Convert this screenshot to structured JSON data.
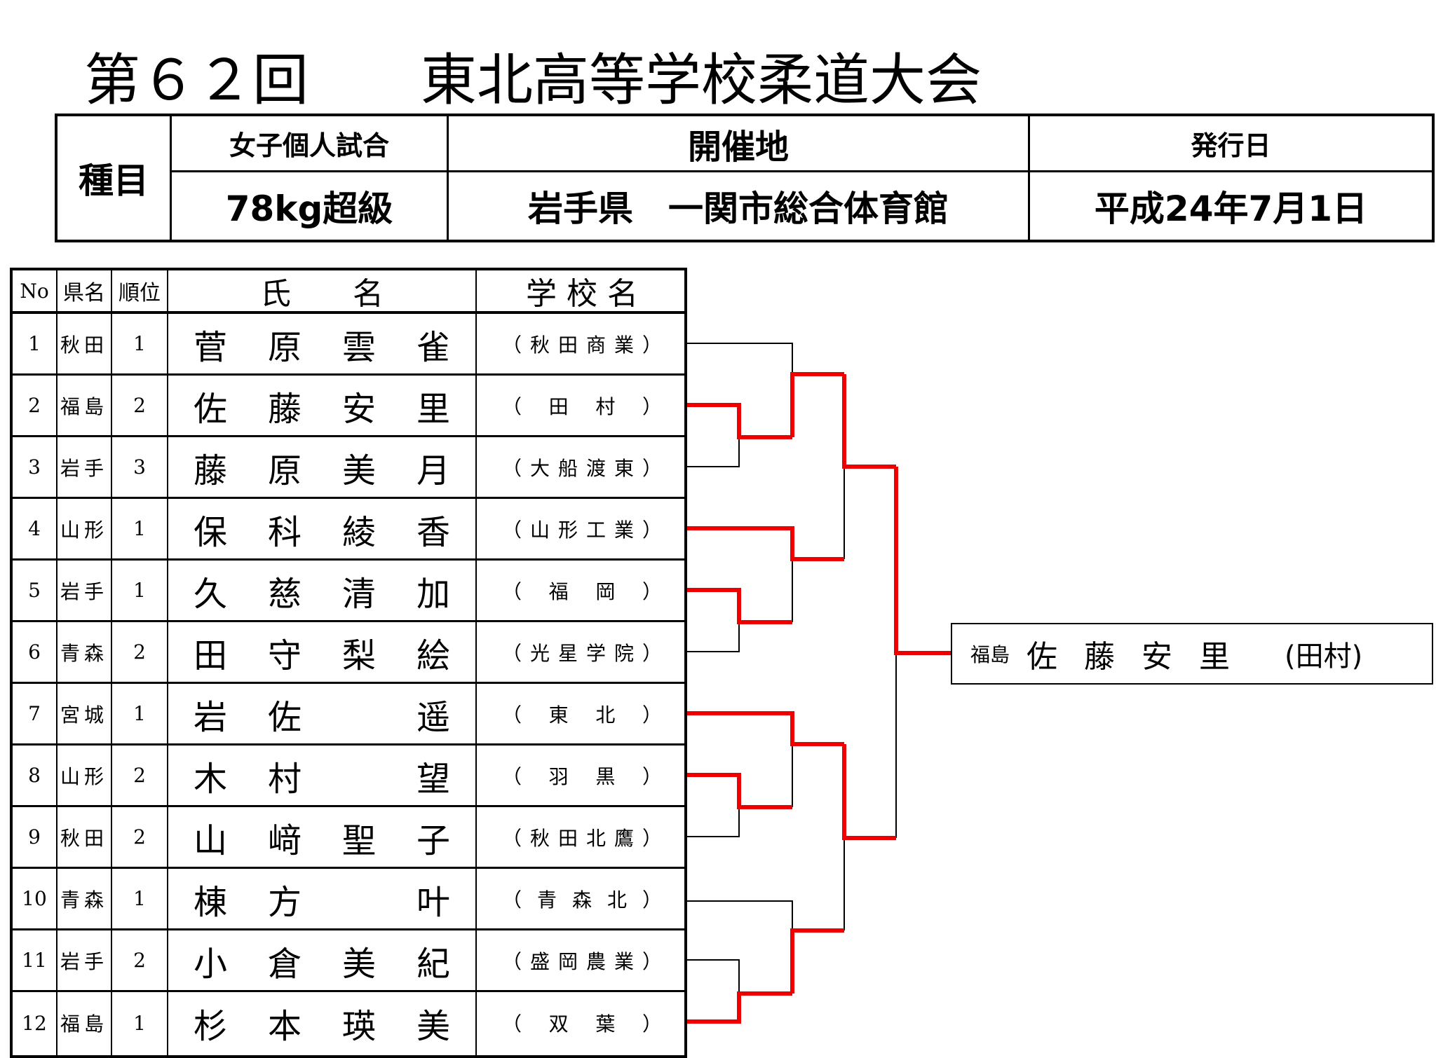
{
  "title": "第６２回　　東北高等学校柔道大会",
  "info": {
    "event_label": "種目",
    "category": "女子個人試合",
    "weight_class": "78kg超級",
    "venue_label": "開催地",
    "venue": "岩手県　一関市総合体育館",
    "date_label": "発行日",
    "date": "平成24年7月1日"
  },
  "table": {
    "headers": {
      "no": "No",
      "pref": "県名",
      "rank": "順位",
      "name": "氏　　名",
      "school": "学 校 名"
    },
    "rows": [
      {
        "no": "1",
        "pref": "秋田",
        "rank": "1",
        "name": [
          "菅",
          "原",
          "雲",
          "雀"
        ],
        "school": [
          "秋",
          "田",
          "商",
          "業"
        ]
      },
      {
        "no": "2",
        "pref": "福島",
        "rank": "2",
        "name": [
          "佐",
          "藤",
          "安",
          "里"
        ],
        "school": [
          "田",
          "村"
        ]
      },
      {
        "no": "3",
        "pref": "岩手",
        "rank": "3",
        "name": [
          "藤",
          "原",
          "美",
          "月"
        ],
        "school": [
          "大",
          "船",
          "渡",
          "東"
        ]
      },
      {
        "no": "4",
        "pref": "山形",
        "rank": "1",
        "name": [
          "保",
          "科",
          "綾",
          "香"
        ],
        "school": [
          "山",
          "形",
          "工",
          "業"
        ]
      },
      {
        "no": "5",
        "pref": "岩手",
        "rank": "1",
        "name": [
          "久",
          "慈",
          "清",
          "加"
        ],
        "school": [
          "福",
          "岡"
        ]
      },
      {
        "no": "6",
        "pref": "青森",
        "rank": "2",
        "name": [
          "田",
          "守",
          "梨",
          "絵"
        ],
        "school": [
          "光",
          "星",
          "学",
          "院"
        ]
      },
      {
        "no": "7",
        "pref": "宮城",
        "rank": "1",
        "name": [
          "岩",
          "佐",
          "",
          "遥"
        ],
        "school": [
          "東",
          "北"
        ]
      },
      {
        "no": "8",
        "pref": "山形",
        "rank": "2",
        "name": [
          "木",
          "村",
          "",
          "望"
        ],
        "school": [
          "羽",
          "黒"
        ]
      },
      {
        "no": "9",
        "pref": "秋田",
        "rank": "2",
        "name": [
          "山",
          "﨑",
          "聖",
          "子"
        ],
        "school": [
          "秋",
          "田",
          "北",
          "鷹"
        ]
      },
      {
        "no": "10",
        "pref": "青森",
        "rank": "1",
        "name": [
          "棟",
          "方",
          "",
          "叶"
        ],
        "school": [
          "青",
          "森",
          "北"
        ]
      },
      {
        "no": "11",
        "pref": "岩手",
        "rank": "2",
        "name": [
          "小",
          "倉",
          "美",
          "紀"
        ],
        "school": [
          "盛",
          "岡",
          "農",
          "業"
        ]
      },
      {
        "no": "12",
        "pref": "福島",
        "rank": "1",
        "name": [
          "杉",
          "本",
          "瑛",
          "美"
        ],
        "school": [
          "双",
          "葉"
        ]
      }
    ],
    "open_paren": "（",
    "close_paren": "）"
  },
  "winner": {
    "pref": "福島",
    "name": "佐藤安里",
    "school": "(田村)"
  },
  "colors": {
    "win_line": "#ee0000",
    "lose_line": "#000000"
  }
}
